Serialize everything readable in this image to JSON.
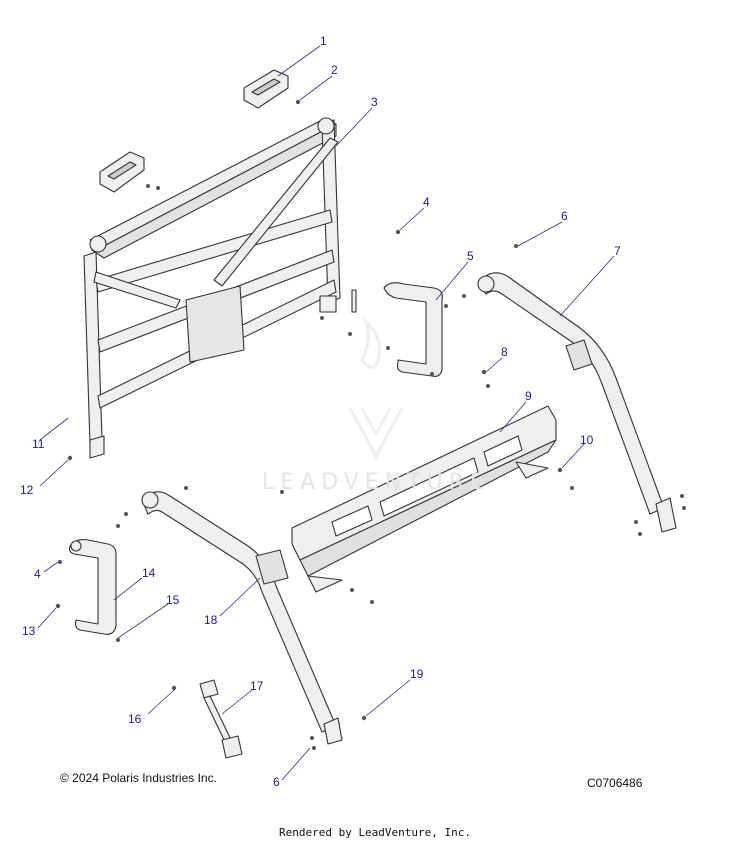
{
  "callouts": [
    {
      "num": "1"
    },
    {
      "num": "2"
    },
    {
      "num": "3"
    },
    {
      "num": "4"
    },
    {
      "num": "5"
    },
    {
      "num": "6"
    },
    {
      "num": "7"
    },
    {
      "num": "8"
    },
    {
      "num": "9"
    },
    {
      "num": "10"
    },
    {
      "num": "11"
    },
    {
      "num": "12"
    },
    {
      "num": "4"
    },
    {
      "num": "13"
    },
    {
      "num": "14"
    },
    {
      "num": "15"
    },
    {
      "num": "16"
    },
    {
      "num": "17"
    },
    {
      "num": "18"
    },
    {
      "num": "19"
    },
    {
      "num": "6"
    }
  ],
  "copyright": "© 2024 Polaris Industries Inc.",
  "diagram_code": "C0706486",
  "watermark": "LEADVENTURE",
  "rendered_by": "Rendered by LeadVenture, Inc.",
  "colors": {
    "callout": "#1a1aa6",
    "line_art": "#333333",
    "part_fill": "#efefef"
  }
}
